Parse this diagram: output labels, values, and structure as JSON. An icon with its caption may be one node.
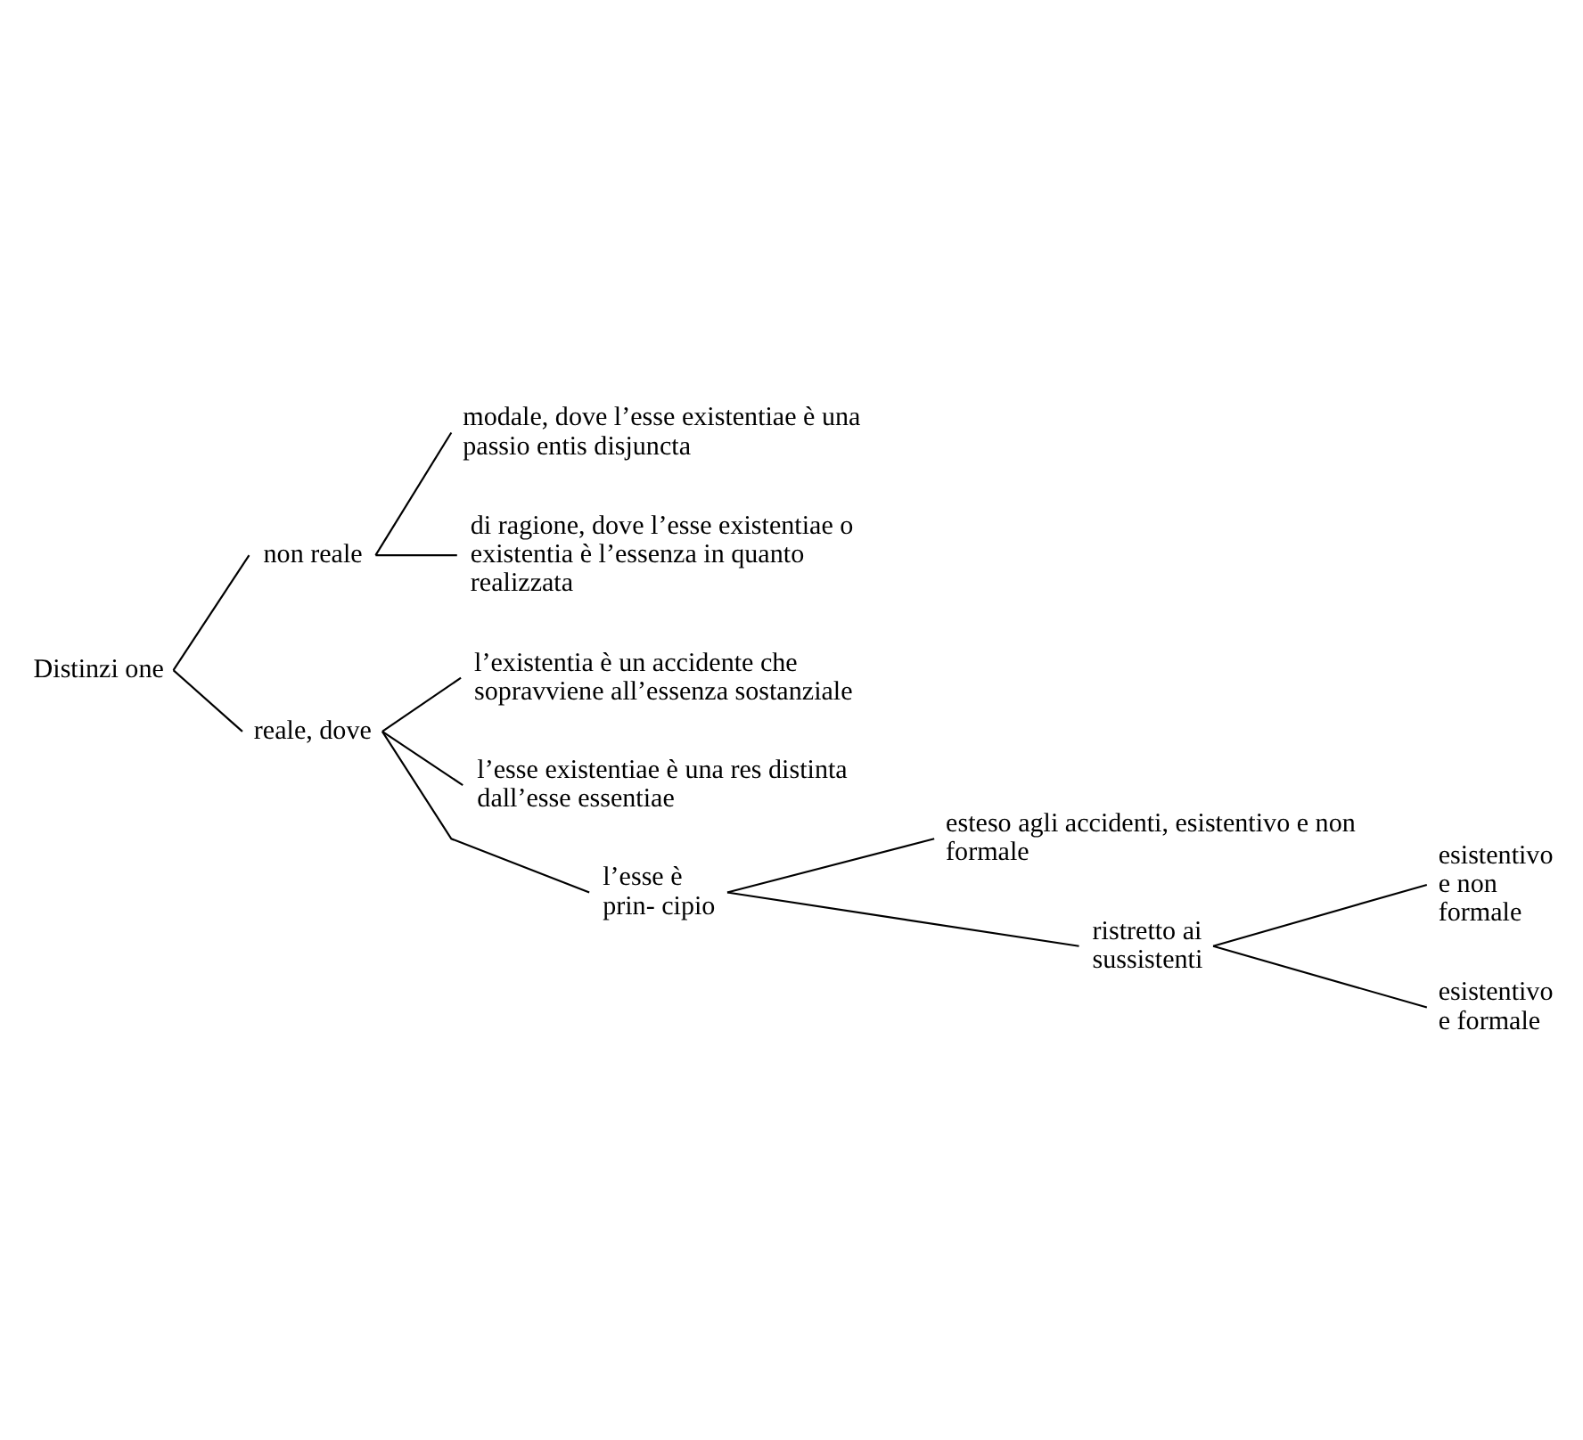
{
  "diagram": {
    "nodes": [
      {
        "text": [
          "Distinzi one"
        ]
      },
      {
        "text": [
          "non reale"
        ]
      },
      {
        "text": [
          "modale, dove l’esse existentiae è una passio entis disjuncta"
        ]
      },
      {
        "text": [
          "di ragione, dove l’esse existentiae o existentia è l’essenza in quanto realizzata"
        ]
      },
      {
        "text": [
          "reale, dove"
        ]
      },
      {
        "text": [
          "l’existentia è un accidente che sopravviene all’essenza sostanziale"
        ]
      },
      {
        "text": [
          "l’esse existentiae è una res distinta dall’esse essentiae"
        ]
      },
      {
        "text": [
          "l’esse è prin- cipio"
        ]
      },
      {
        "text": [
          "esteso agli accidenti, esistentivo e non formale"
        ]
      },
      {
        "text": [
          "ristretto ai sussistenti"
        ]
      },
      {
        "text": [
          "esistentivo e non formale"
        ]
      },
      {
        "text": [
          "esistentivo e formale"
        ]
      }
    ],
    "edges": [
      {
        "from": 0,
        "to": 1,
        "arrow": "none"
      },
      {
        "from": 0,
        "to": 4,
        "arrow": "none"
      },
      {
        "from": 1,
        "to": 2,
        "arrow": "none"
      },
      {
        "from": 1,
        "to": 3,
        "arrow": "none"
      },
      {
        "from": 4,
        "to": 5,
        "arrow": "none"
      },
      {
        "from": 4,
        "to": 6,
        "arrow": "none"
      },
      {
        "from": 4,
        "to": 7,
        "arrow": "none"
      },
      {
        "from": 7,
        "to": 8,
        "arrow": "none"
      },
      {
        "from": 7,
        "to": 9,
        "arrow": "none"
      },
      {
        "from": 9,
        "to": 10,
        "arrow": "none"
      },
      {
        "from": 9,
        "to": 11,
        "arrow": "none"
      }
    ]
  }
}
